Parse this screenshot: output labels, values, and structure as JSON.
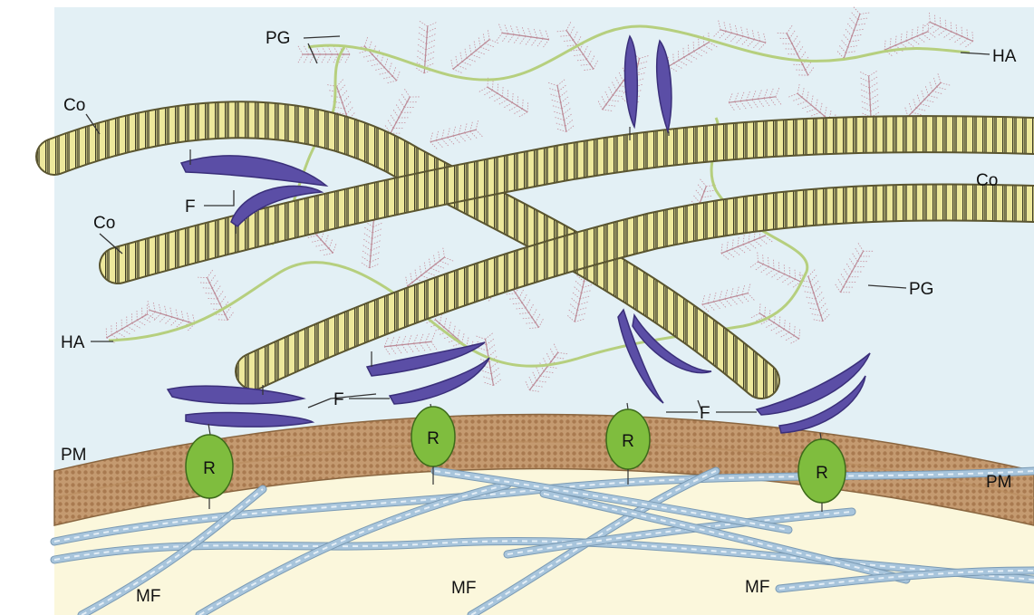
{
  "labels": {
    "pg_top": "PG",
    "ha_top": "HA",
    "co_left_top": "Co",
    "co_right": "Co",
    "f_left": "F",
    "co_left_mid": "Co",
    "pg_right": "PG",
    "ha_left": "HA",
    "f_mid": "F",
    "f_right": "F",
    "pm_left": "PM",
    "pm_right": "PM",
    "mf_left": "MF",
    "mf_mid": "MF",
    "mf_right": "MF",
    "receptor": "R"
  },
  "colors": {
    "background": "#e3f0f5",
    "cytoplasm": "#fbf7dc",
    "membrane": "#bf9468",
    "membrane_dark": "#8a6640",
    "collagen": "#ece79a",
    "collagen_band": "#3c3a24",
    "fibronectin": "#5b4ea6",
    "receptor": "#7fbd3e",
    "hyaluronan": "#b6cf7e",
    "proteoglycan": "#c7909e",
    "microfilament": "#a8c5dc"
  }
}
